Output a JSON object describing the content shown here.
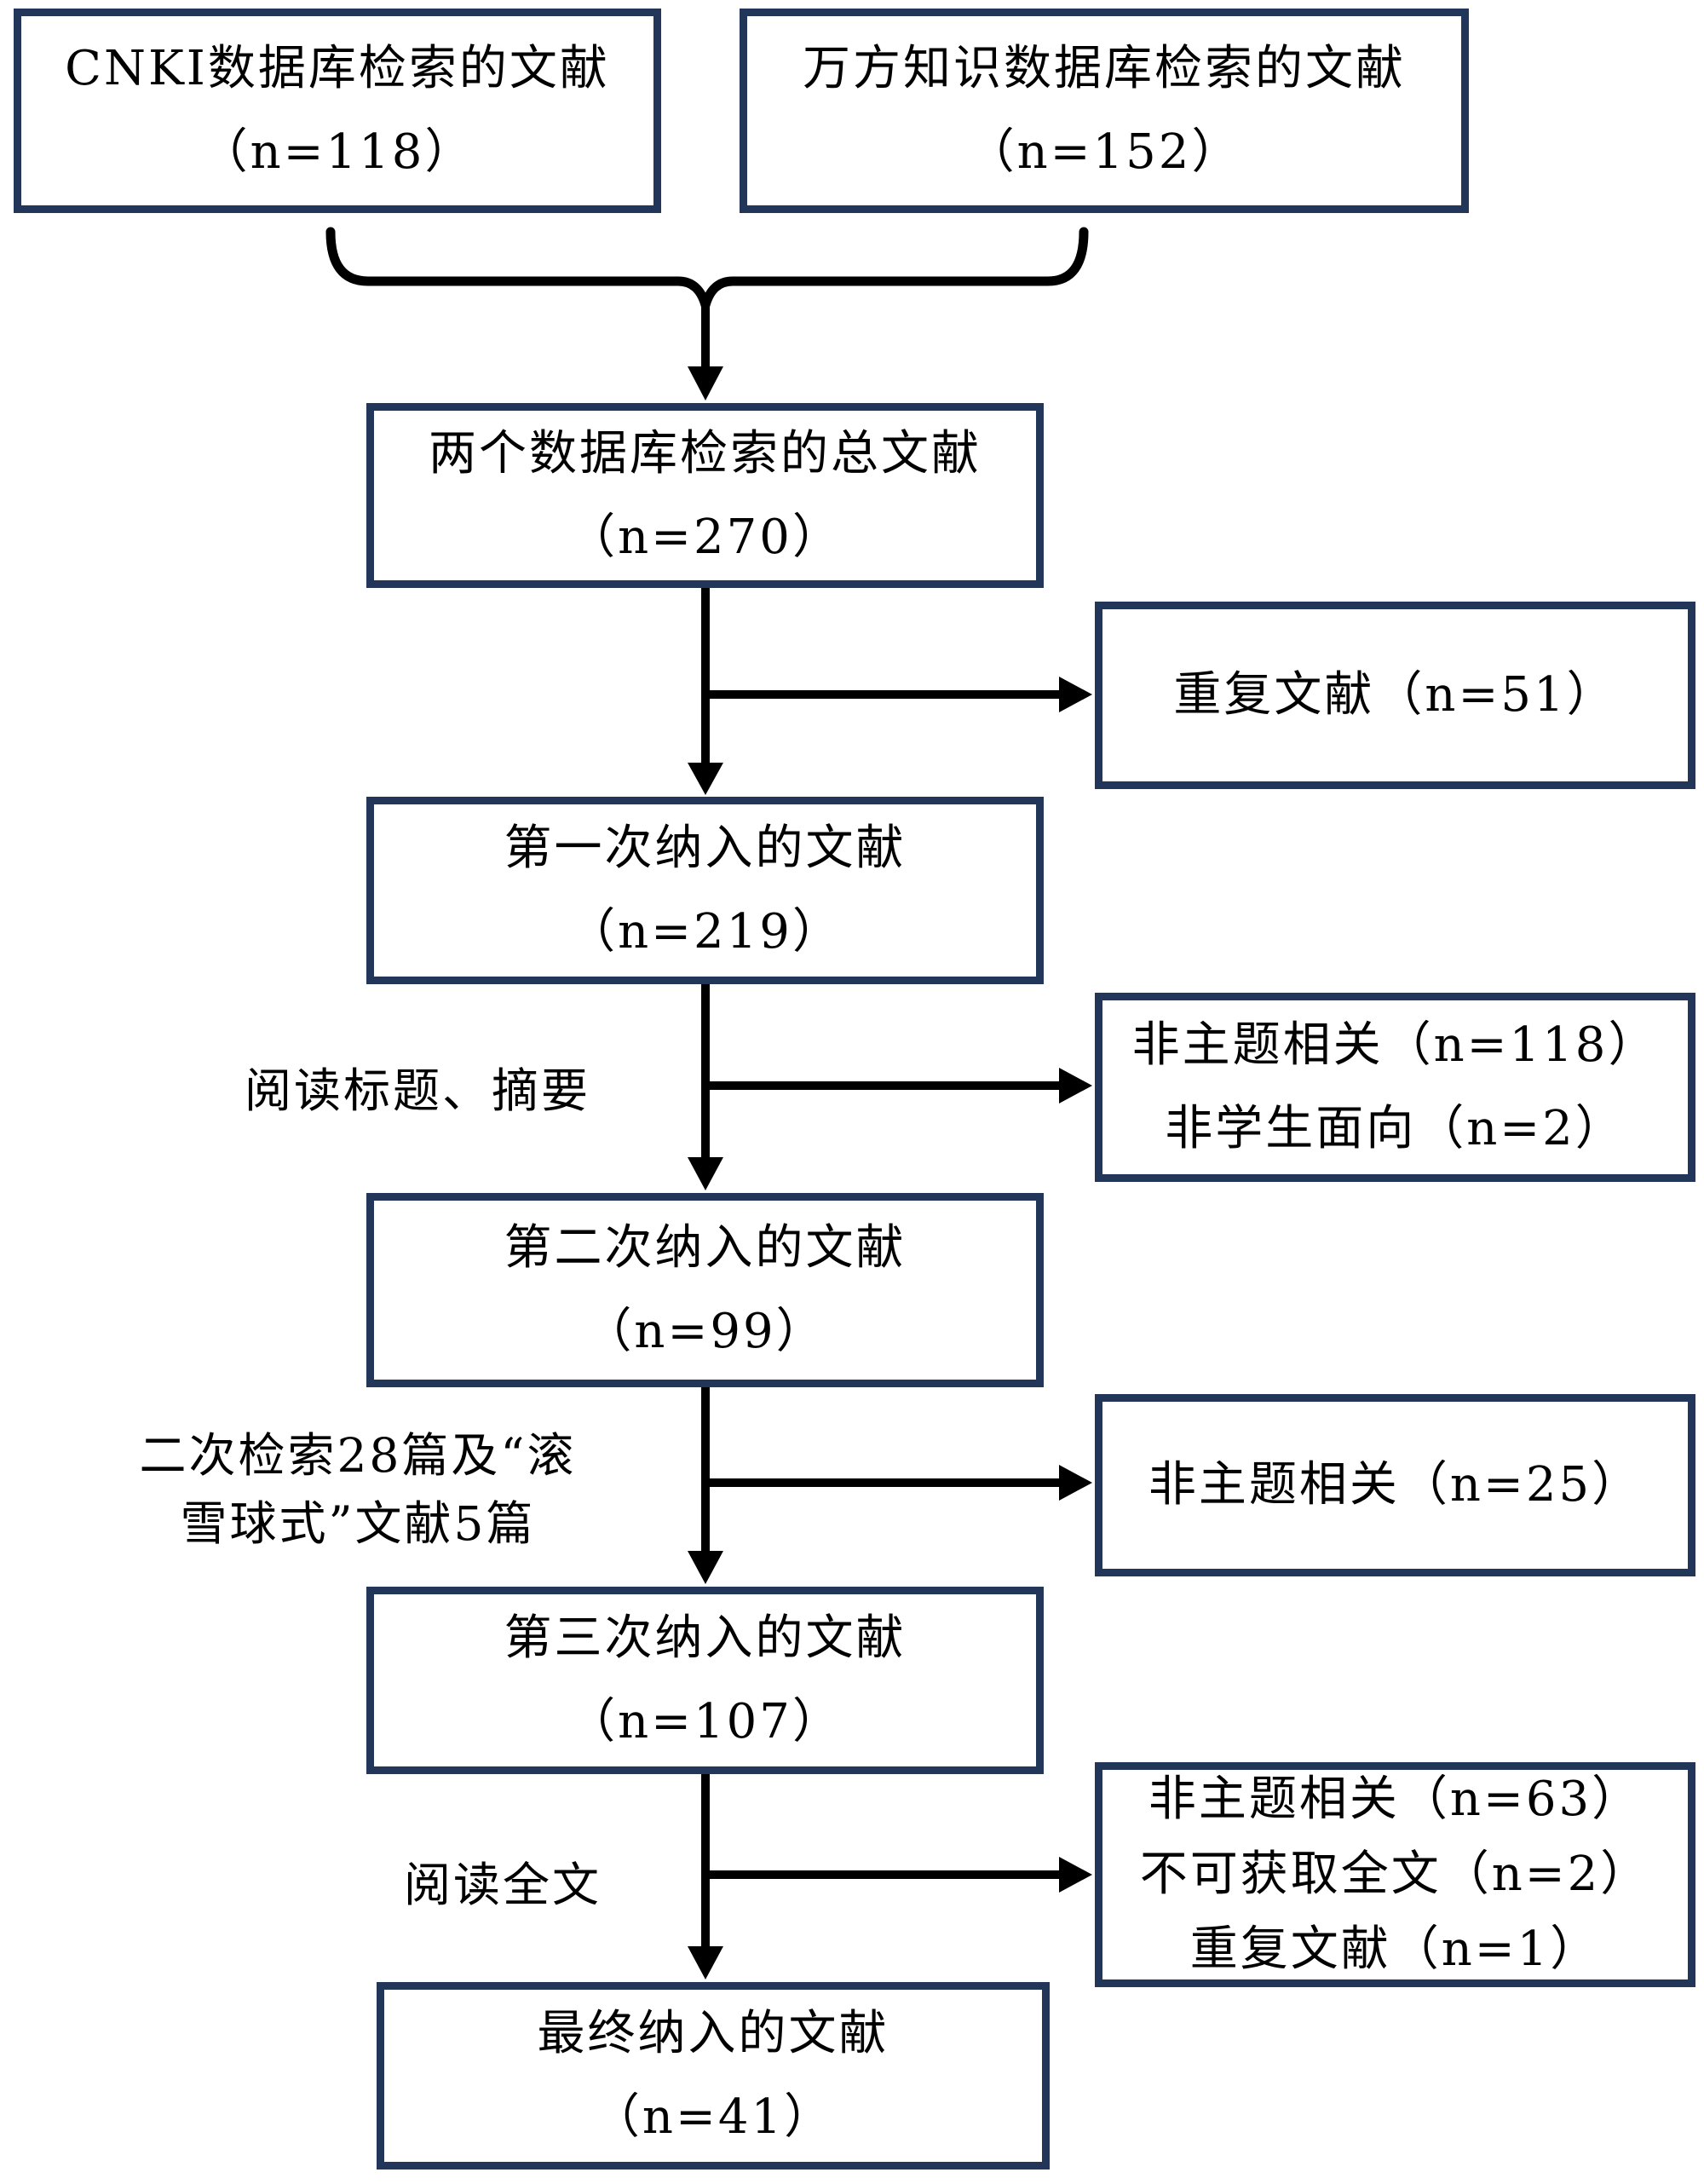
{
  "flow": {
    "sources": [
      {
        "line1": "CNKI数据库检索的文献",
        "line2": "（n=118）"
      },
      {
        "line1": "万方知识数据库检索的文献",
        "line2": "（n=152）"
      }
    ],
    "main": [
      {
        "line1": "两个数据库检索的总文献",
        "line2": "（n=270）"
      },
      {
        "line1": "第一次纳入的文献",
        "line2": "（n=219）"
      },
      {
        "line1": "第二次纳入的文献",
        "line2": "（n=99）"
      },
      {
        "line1": "第三次纳入的文献",
        "line2": "（n=107）"
      },
      {
        "line1": "最终纳入的文献",
        "line2": "（n=41）"
      }
    ],
    "exclusions": [
      {
        "line1": "重复文献（n=51）"
      },
      {
        "line1": "非主题相关（n=118）",
        "line2": "非学生面向（n=2）"
      },
      {
        "line1": "非主题相关（n=25）"
      },
      {
        "line1": "非主题相关（n=63）",
        "line2": "不可获取全文（n=2）",
        "line3": "重复文献（n=1）"
      }
    ],
    "labels": [
      {
        "line1": "阅读标题、摘要"
      },
      {
        "line1": "二次检索28篇及“滚",
        "line2": "雪球式”文献5篇"
      },
      {
        "line1": "阅读全文"
      }
    ]
  },
  "colors": {
    "background": "#ffffff",
    "box_border": "#22365a",
    "connector": "#000000",
    "text": "#000000"
  }
}
